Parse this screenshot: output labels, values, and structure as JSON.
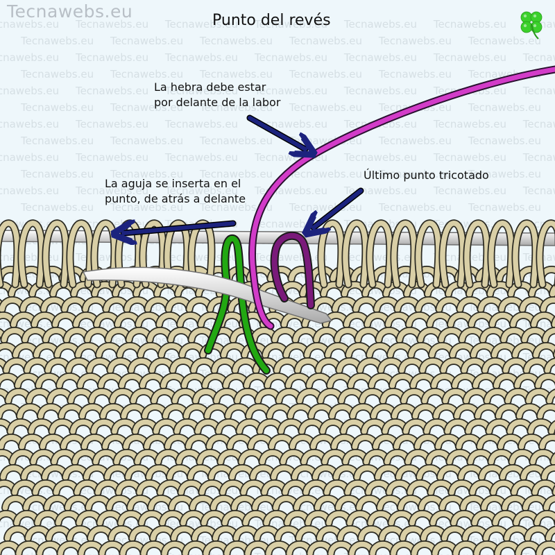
{
  "site_title": "Tecnawebs.eu",
  "watermark_text": "Tecnawebs.eu",
  "diagram_title": "Punto del revés",
  "labels": {
    "hebra": [
      "La hebra debe estar",
      "por delante de la labor"
    ],
    "aguja": [
      "La aguja se inserta en el",
      "punto, de atrás  a delante"
    ],
    "ultimo": "Último punto tricotado"
  },
  "colors": {
    "background": "#eef7fb",
    "yarn": "#d9cfa6",
    "yarn_outline": "#2b2a22",
    "needle": "#d8d8d8",
    "working_yarn": "#d23cc8",
    "last_stitch": "#7a1a7a",
    "new_stitch": "#22a812",
    "arrow": "#1c237e",
    "logo_green": "#3bd02b"
  },
  "icons": {
    "logo": "four-leaf-clover-icon"
  }
}
